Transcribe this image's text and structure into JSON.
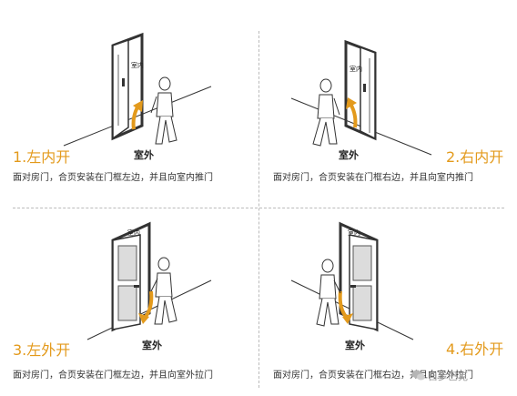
{
  "panels": [
    {
      "title": "1.左内开",
      "inside_label": "室内",
      "outside_label": "室外",
      "description": "面对房门，合页安装在门框左边，并且向室内推门"
    },
    {
      "title": "2.右内开",
      "inside_label": "室内",
      "outside_label": "室外",
      "description": "面对房门，合页安装在门框右边，并且向室内推门"
    },
    {
      "title": "3.左外开",
      "inside_label": "室内",
      "outside_label": "室外",
      "description": "面对房门，合页安装在门框左边，并且向室外拉门"
    },
    {
      "title": "4.右外开",
      "inside_label": "室内",
      "outside_label": "室外",
      "description": "面对房门，合页安装在门框右边，并且向室外拉门"
    }
  ],
  "watermark": {
    "text": "自步巴克",
    "icon": "wechat-icon"
  },
  "colors": {
    "accent": "#e39a1c",
    "line": "#333333",
    "door_panel": "#dcdcdc"
  }
}
